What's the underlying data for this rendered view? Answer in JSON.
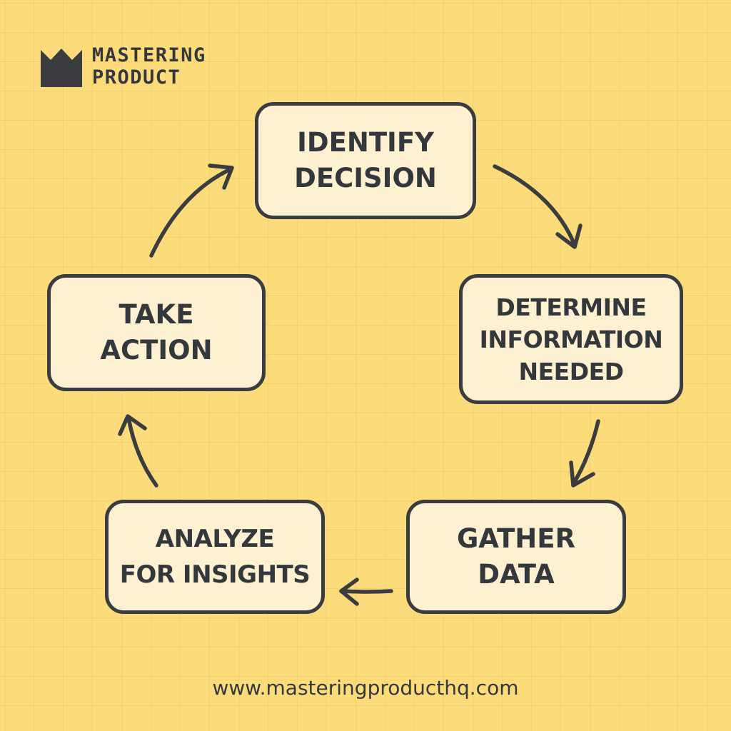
{
  "brand": {
    "name_line1": "MASTERING",
    "name_line2": "PRODUCT",
    "logo_icon": "crown-icon"
  },
  "cycle": {
    "steps": [
      {
        "lines": [
          "IDENTIFY",
          "DECISION"
        ]
      },
      {
        "lines": [
          "DETERMINE",
          "INFORMATION",
          "NEEDED"
        ]
      },
      {
        "lines": [
          "GATHER",
          "DATA"
        ]
      },
      {
        "lines": [
          "ANALYZE",
          "FOR INSIGHTS"
        ]
      },
      {
        "lines": [
          "TAKE",
          "ACTION"
        ]
      }
    ],
    "arrow_icon": "curved-arrow-icon"
  },
  "footer": {
    "url": "www.masteringproducthq.com"
  },
  "colors": {
    "background": "#fcdc7a",
    "box_fill": "#fdf1d2",
    "ink": "#34373b"
  }
}
